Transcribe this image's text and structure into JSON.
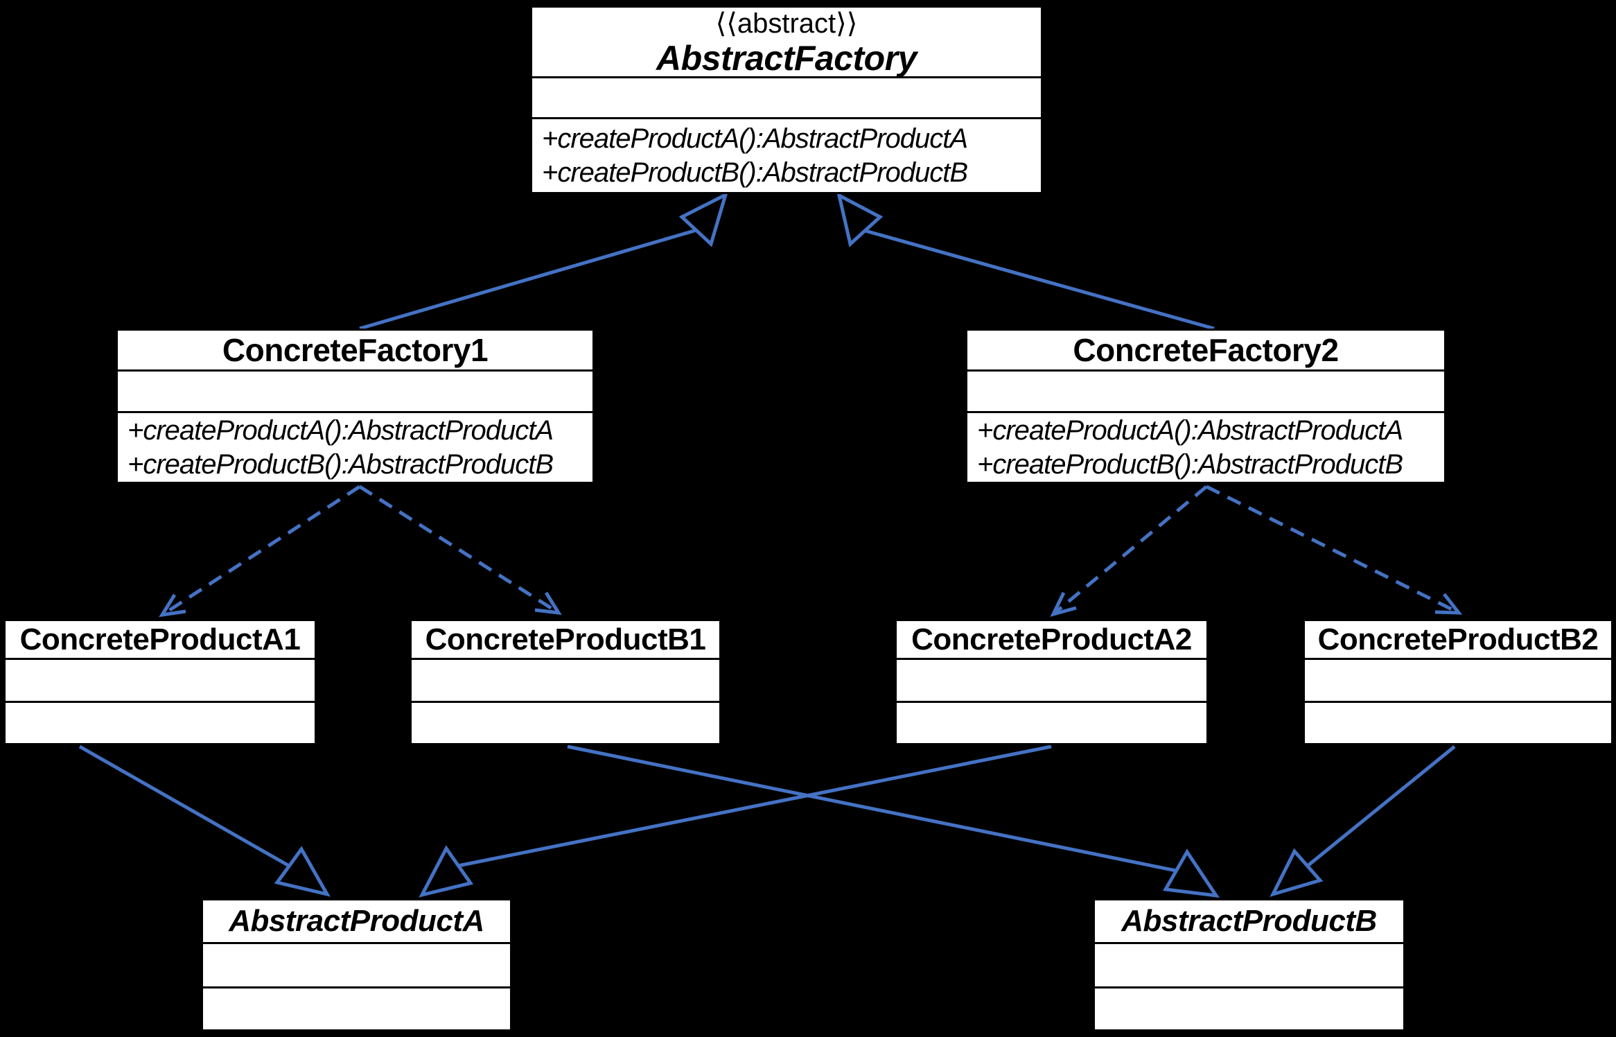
{
  "diagram": {
    "type": "uml-class-diagram",
    "pattern": "Abstract Factory",
    "background_color": "#000000",
    "accent_color": "#4472C4",
    "box_fill": "#FFFFFF",
    "box_border_color": "#000000",
    "text_color": "#000000"
  },
  "classes": [
    {
      "id": "abstract-factory",
      "stereotype": "⟨⟨abstract⟩⟩",
      "name": "AbstractFactory",
      "attributes": [],
      "methods": [
        "+createProductA():AbstractProductA",
        "+createProductB():AbstractProductB"
      ]
    },
    {
      "id": "concrete-factory-1",
      "name": "ConcreteFactory1",
      "attributes": [],
      "methods": [
        "+createProductA():AbstractProductA",
        "+createProductB():AbstractProductB"
      ]
    },
    {
      "id": "concrete-factory-2",
      "name": "ConcreteFactory2",
      "attributes": [],
      "methods": [
        "+createProductA():AbstractProductA",
        "+createProductB():AbstractProductB"
      ]
    },
    {
      "id": "concrete-product-a1",
      "name": "ConcreteProductA1",
      "attributes": [],
      "methods": []
    },
    {
      "id": "concrete-product-b1",
      "name": "ConcreteProductB1",
      "attributes": [],
      "methods": []
    },
    {
      "id": "concrete-product-a2",
      "name": "ConcreteProductA2",
      "attributes": [],
      "methods": []
    },
    {
      "id": "concrete-product-b2",
      "name": "ConcreteProductB2",
      "attributes": [],
      "methods": []
    },
    {
      "id": "abstract-product-a",
      "name": "AbstractProductA",
      "attributes": [],
      "methods": []
    },
    {
      "id": "abstract-product-b",
      "name": "AbstractProductB",
      "attributes": [],
      "methods": []
    }
  ],
  "connectors": [
    {
      "type": "generalization",
      "from": "ConcreteFactory1",
      "to": "AbstractFactory"
    },
    {
      "type": "generalization",
      "from": "ConcreteFactory2",
      "to": "AbstractFactory"
    },
    {
      "type": "generalization",
      "from": "ConcreteProductA1",
      "to": "AbstractProductA"
    },
    {
      "type": "generalization",
      "from": "ConcreteProductA2",
      "to": "AbstractProductA"
    },
    {
      "type": "generalization",
      "from": "ConcreteProductB1",
      "to": "AbstractProductB"
    },
    {
      "type": "generalization",
      "from": "ConcreteProductB2",
      "to": "AbstractProductB"
    },
    {
      "type": "dependency",
      "from": "ConcreteFactory1",
      "to": "ConcreteProductA1"
    },
    {
      "type": "dependency",
      "from": "ConcreteFactory1",
      "to": "ConcreteProductB1"
    },
    {
      "type": "dependency",
      "from": "ConcreteFactory2",
      "to": "ConcreteProductA2"
    },
    {
      "type": "dependency",
      "from": "ConcreteFactory2",
      "to": "ConcreteProductB2"
    }
  ]
}
